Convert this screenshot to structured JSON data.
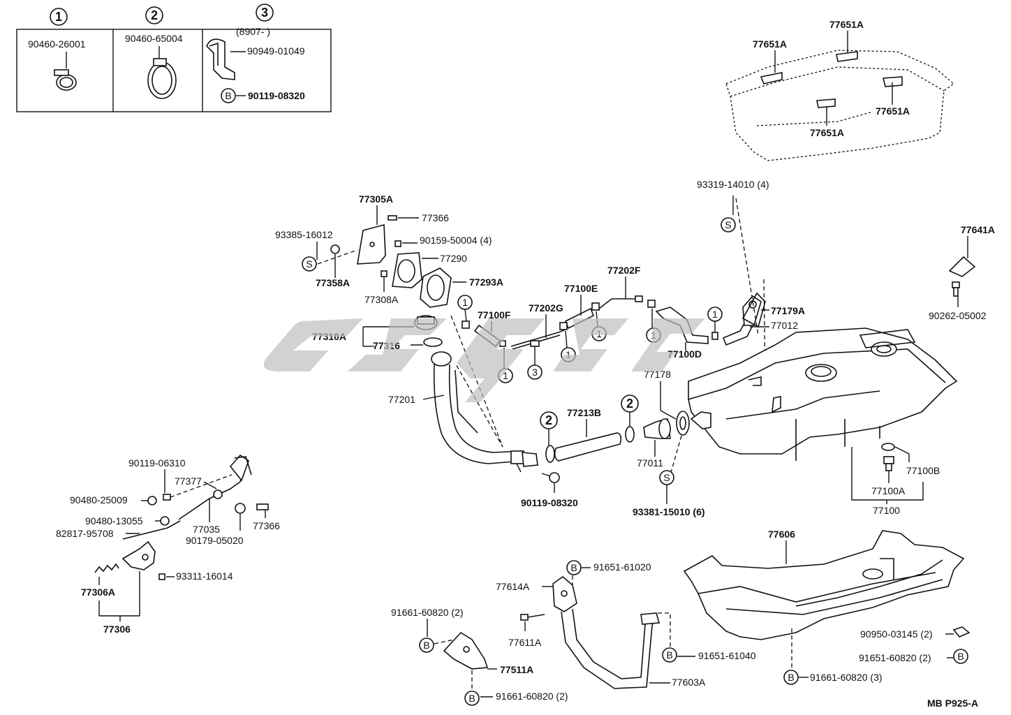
{
  "legend": {
    "items": [
      {
        "num": "1",
        "part": "90460-26001"
      },
      {
        "num": "2",
        "part": "90460-65004"
      },
      {
        "num": "3",
        "date": "(8907-     )",
        "part": "90949-01049",
        "bolt_mark": "B",
        "bolt": "90119-08320"
      }
    ]
  },
  "labels": {
    "p77651A_1": "77651A",
    "p77651A_2": "77651A",
    "p77651A_3": "77651A",
    "p77651A_4": "77651A",
    "p93319": "93319-14010 (4)",
    "p77641A": "77641A",
    "p90262": "90262-05002",
    "p77305A": "77305A",
    "p77366a": "77366",
    "p93385": "93385-16012",
    "p90159": "90159-50004 (4)",
    "p77290": "77290",
    "p77358A": "77358A",
    "p77293A": "77293A",
    "p77308A": "77308A",
    "p77202F": "77202F",
    "p77100E": "77100E",
    "p77202G": "77202G",
    "p77100F": "77100F",
    "p77179A": "77179A",
    "p77012": "77012",
    "p77310A": "77310A",
    "p77316": "77316",
    "p77100D": "77100D",
    "p77178": "77178",
    "p77201": "77201",
    "p77213B": "77213B",
    "p77011": "77011",
    "p90119b": "90119-08320",
    "p93381": "93381-15010 (6)",
    "p77100B": "77100B",
    "p77100A": "77100A",
    "p77100": "77100",
    "p90119a": "90119-06310",
    "p77377": "77377",
    "p90480a": "90480-25009",
    "p77035": "77035",
    "p77366b": "77366",
    "p90480b": "90480-13055",
    "p82817": "82817-95708",
    "p90179": "90179-05020",
    "p93311": "93311-16014",
    "p77306A": "77306A",
    "p77306": "77306",
    "p77606": "77606",
    "p91651a": "91651-61020",
    "p77614A": "77614A",
    "p91661a": "91661-60820 (2)",
    "p77611A": "77611A",
    "p77511A": "77511A",
    "p91661b": "91661-60820 (2)",
    "p77603A": "77603A",
    "p91651b": "91651-61040",
    "p91661c": "91661-60820 (3)",
    "p90950": "90950-03145 (2)",
    "p91651c": "91651-60820 (2)",
    "code": "MB P925-A"
  },
  "marks": {
    "S": "S",
    "B": "B",
    "c1": "1",
    "c2": "2",
    "c3": "3"
  }
}
